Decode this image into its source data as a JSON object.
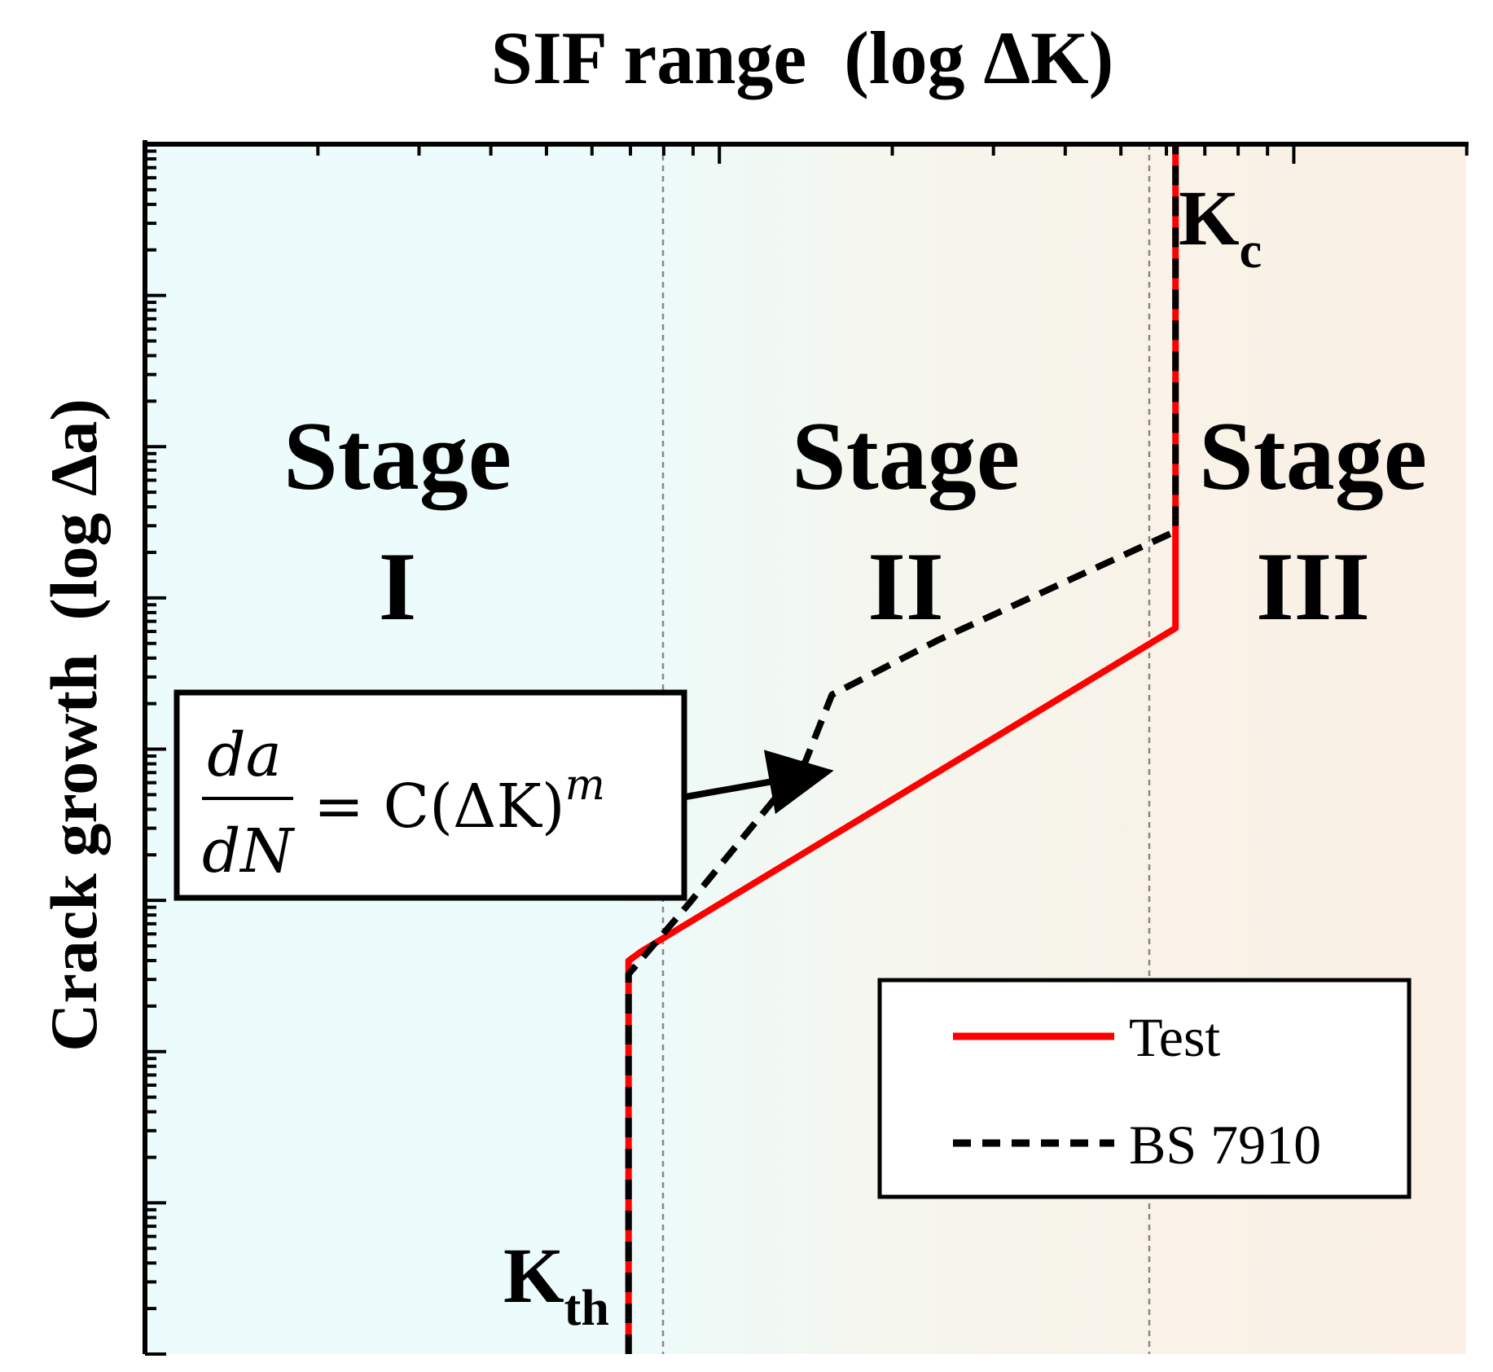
{
  "chart_data": {
    "type": "line",
    "title": "SIF range  (log ΔK)",
    "ylabel": "Crack growth  (log Δa)",
    "xscale": "log",
    "yscale": "log",
    "grid": false,
    "legend_position": "bottom-right",
    "stages": [
      {
        "name": "Stage",
        "numeral": "I"
      },
      {
        "name": "Stage",
        "numeral": "II"
      },
      {
        "name": "Stage",
        "numeral": "III"
      }
    ],
    "thresholds": {
      "kth": {
        "main": "K",
        "sub": "th"
      },
      "kc": {
        "main": "K",
        "sub": "c"
      }
    },
    "equation": {
      "numerator": "da",
      "denominator": "dN",
      "rhs": "= C(ΔK)",
      "exponent": "m"
    },
    "series": [
      {
        "name": "Test",
        "color": "#ff0000",
        "style": "solid",
        "points": [
          [
            0.366,
            0.0
          ],
          [
            0.366,
            0.325
          ],
          [
            0.376,
            0.333
          ],
          [
            0.78,
            0.6
          ],
          [
            0.78,
            1.0
          ]
        ]
      },
      {
        "name": "BS 7910",
        "color": "#000000",
        "style": "dashed",
        "points": [
          [
            0.366,
            0.0
          ],
          [
            0.366,
            0.314
          ],
          [
            0.41,
            0.37
          ],
          [
            0.5,
            0.49
          ],
          [
            0.52,
            0.545
          ],
          [
            0.6,
            0.59
          ],
          [
            0.78,
            0.68
          ],
          [
            0.78,
            1.0
          ]
        ]
      }
    ],
    "region_colors": [
      "#ecfbfb",
      "#f5f6ee",
      "#fbf0e4"
    ]
  }
}
